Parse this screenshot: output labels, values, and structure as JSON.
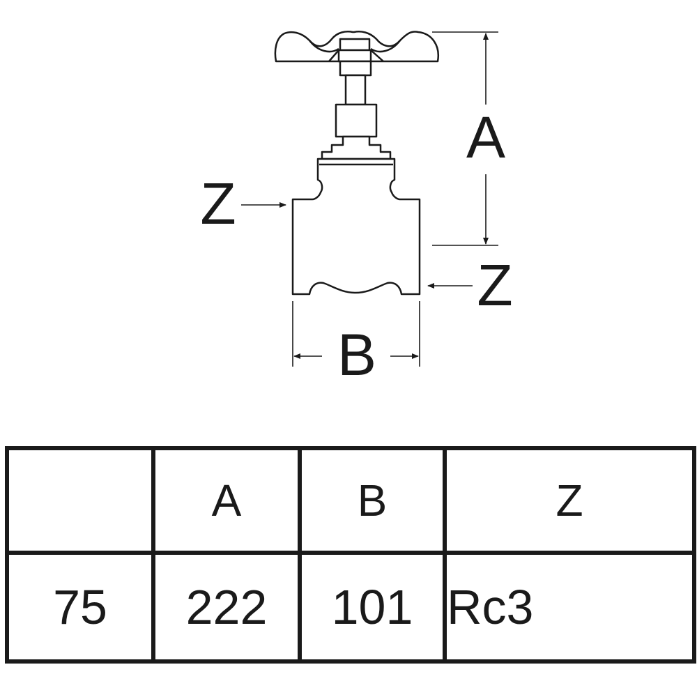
{
  "diagram": {
    "labels": {
      "a": "A",
      "b": "B",
      "z_left": "Z",
      "z_right": "Z"
    }
  },
  "table": {
    "headers": [
      "",
      "A",
      "B",
      "Z"
    ],
    "rows": [
      [
        "75",
        "222",
        "101",
        "Rc3"
      ]
    ]
  }
}
